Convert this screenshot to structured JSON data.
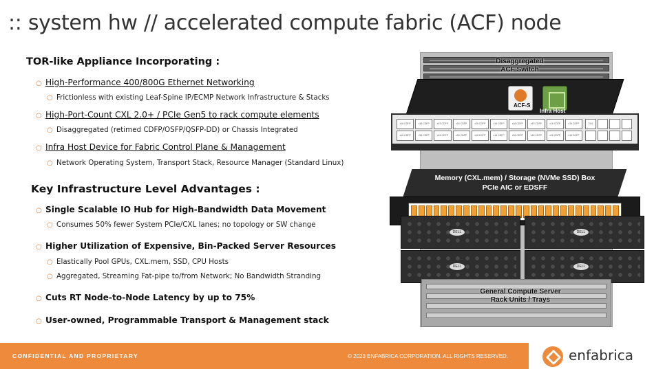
{
  "title": "::  system hw  // accelerated compute fabric (ACF) node",
  "section1": {
    "heading": "TOR-like Appliance Incorporating :",
    "items": [
      {
        "text": "High-Performance 400/800G Ethernet Networking",
        "sub": "Frictionless with existing Leaf-Spine IP/ECMP Network Infrastructure & Stacks"
      },
      {
        "text": "High-Port-Count CXL 2.0+ / PCIe Gen5 to rack compute elements",
        "sub": "Disaggregated (retimed CDFP/OSFP/QSFP-DD) or Chassis Integrated"
      },
      {
        "text": "Infra Host Device for Fabric Control Plane & Management",
        "sub": "Network Operating System, Transport Stack, Resource Manager (Standard Linux)"
      }
    ]
  },
  "section2": {
    "heading": "Key Infrastructure Level Advantages :",
    "items": [
      {
        "text": "Single Scalable IO Hub for High-Bandwidth Data Movement",
        "subs": [
          "Consumes 50% fewer System PCIe/CXL lanes; no topology or SW change"
        ]
      },
      {
        "text": "Higher Utilization of Expensive, Bin-Packed Server Resources",
        "subs": [
          "Elastically Pool GPUs, CXL.mem, SSD, CPU Hosts",
          "Aggregated, Streaming Fat-pipe to/from Network; No Bandwidth Stranding"
        ]
      },
      {
        "text": "Cuts RT Node-to-Node Latency by up to 75%",
        "subs": []
      },
      {
        "text": "User-owned, Programmable Transport & Management stack",
        "subs": []
      }
    ]
  },
  "hardware": {
    "switch_label_1": "Disaggregated",
    "switch_label_2": "ACF Switch",
    "chip_acf": "ACF-S",
    "chip_host": "Infra Host",
    "port_label": "x16 CDFP",
    "port_label_right": "2X4 OSFP",
    "memory_label_1": "Memory (CXL.mem) / Storage (NVMe SSD) Box",
    "memory_label_2": "PCIe AIC or EDSFF",
    "server_logo": "DELL",
    "compute_label_1": "General Compute Server",
    "compute_label_2": "Rack Units / Trays"
  },
  "footer": {
    "confidential": "CONFIDENTIAL AND PROPRIETARY",
    "copyright": "© 2023 ENFABRICA CORPORATION. ALL RIGHTS RESERVED.",
    "brand": "enfabrica"
  },
  "colors": {
    "accent": "#ee8a3c",
    "bullet": "#e07a2a",
    "drive": "#f0a034",
    "infra_host": "#6d9f47"
  }
}
